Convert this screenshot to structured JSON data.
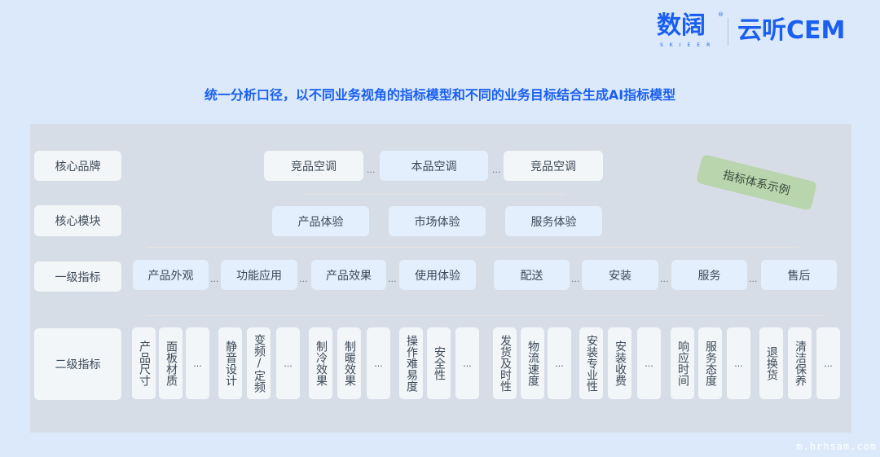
{
  "header": {
    "logo_primary": "数阔",
    "logo_primary_sub": "SKIEER",
    "logo_reg": "®",
    "logo_secondary": "云听CEM"
  },
  "title": "统一分析口径，以不同业务视角的指标模型和不同的业务目标结合生成AI指标模型",
  "badge": "指标体系示例",
  "row_labels": [
    "核心品牌",
    "核心模块",
    "一级指标",
    "二级指标"
  ],
  "ellipsis": "...",
  "brands": [
    "竞品空调",
    "本品空调",
    "竞品空调"
  ],
  "modules": [
    "产品体验",
    "市场体验",
    "服务体验"
  ],
  "level1": [
    "产品外观",
    "功能应用",
    "产品效果",
    "使用体验",
    "配送",
    "安装",
    "服务",
    "售后"
  ],
  "level2": [
    [
      "产品尺寸",
      "面板材质",
      "..."
    ],
    [
      "静音设计",
      "变频/定频",
      "..."
    ],
    [
      "制冷效果",
      "制暖效果",
      "..."
    ],
    [
      "操作难易度",
      "安全性",
      "..."
    ],
    [
      "发货及时性",
      "物流速度",
      "..."
    ],
    [
      "安装专业性",
      "安装收费",
      "..."
    ],
    [
      "响应时间",
      "服务态度",
      "..."
    ],
    [
      "退换货",
      "清洁保养",
      "..."
    ]
  ],
  "watermark": "m.hrhsam.com"
}
